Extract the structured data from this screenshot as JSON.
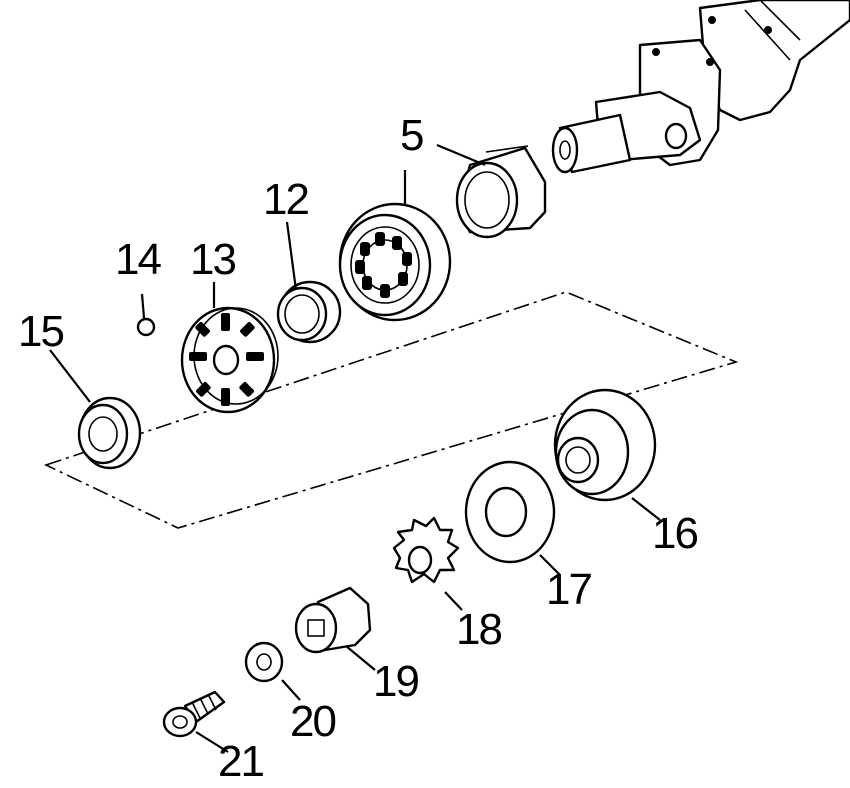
{
  "callouts": [
    "5",
    "12",
    "13",
    "14",
    "15",
    "16",
    "17",
    "18",
    "19",
    "20",
    "21"
  ]
}
